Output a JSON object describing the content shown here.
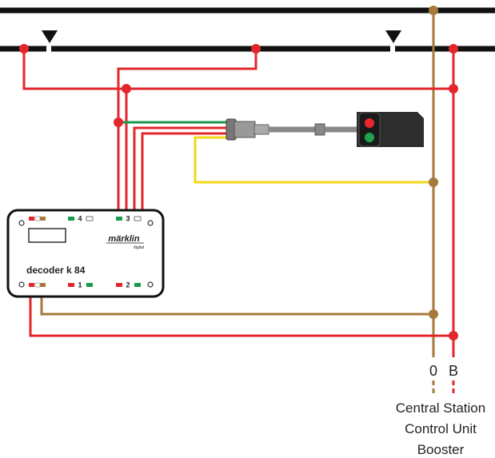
{
  "decoder": {
    "name": "decoder k 84",
    "brand": "märklin",
    "brand_sub": "digital",
    "ports": [
      "4",
      "3",
      "1",
      "2"
    ]
  },
  "terminals": {
    "ground": "0",
    "booster": "B"
  },
  "power_source": {
    "line1": "Central Station",
    "line2": "Control Unit",
    "line3": "Booster"
  },
  "colors": {
    "track": "#111111",
    "red_wire": "#e3262b",
    "brown_wire": "#a57a3a",
    "green_wire": "#1a9a4a",
    "yellow_wire": "#f3d71a",
    "signal_red": "#e8282c",
    "signal_green": "#22a24e"
  }
}
